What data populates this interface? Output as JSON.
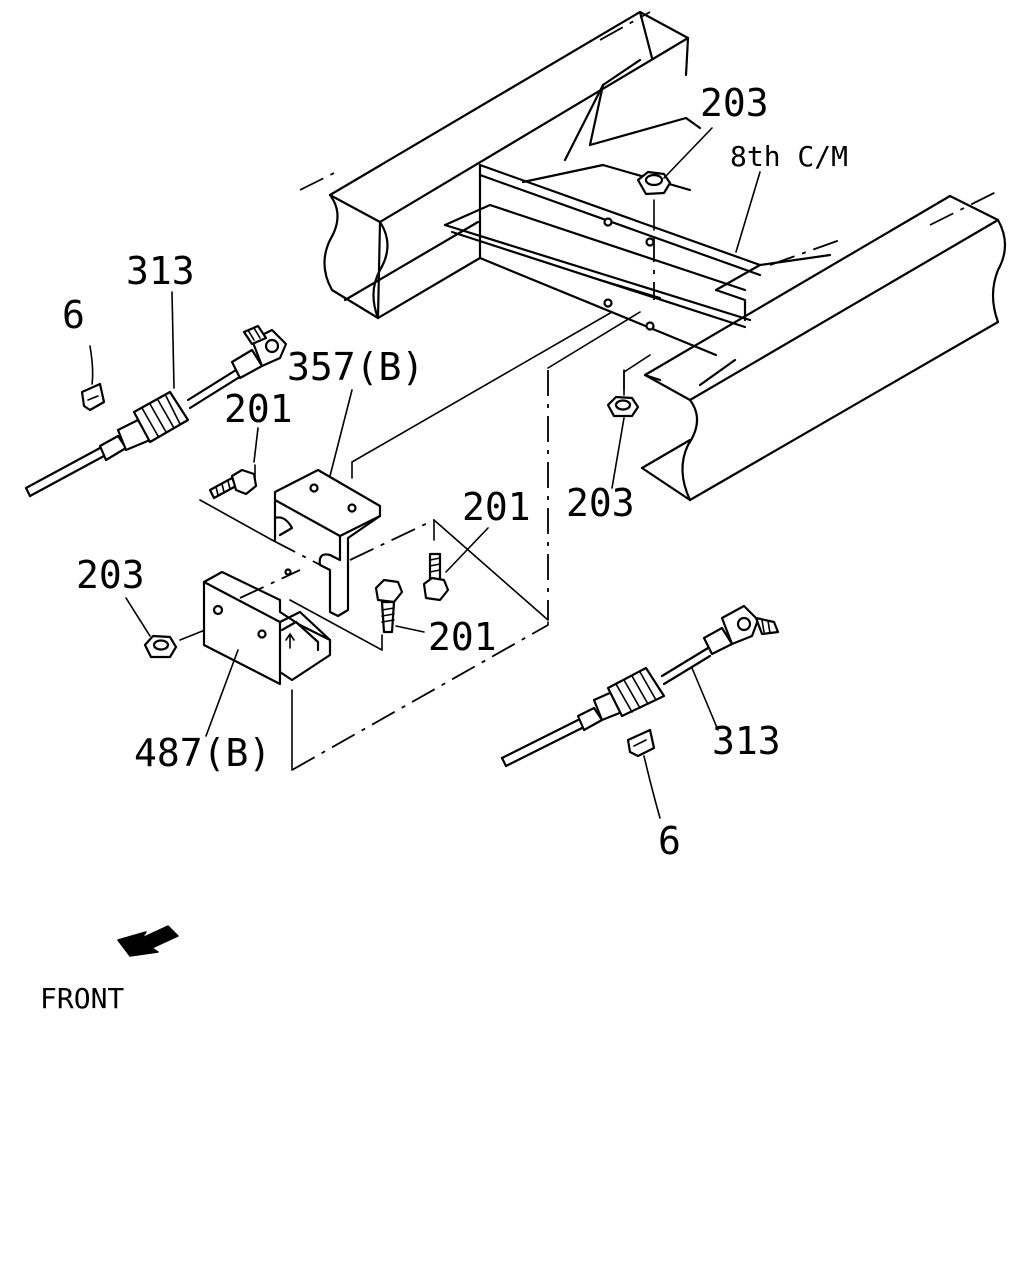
{
  "labels": {
    "nut_top": "203",
    "crossmember": "8th C/M",
    "cable_left": "313",
    "clip_left": "6",
    "bracket_upper": "357(B)",
    "bolt_upper_left": "201",
    "bolt_right_upper": "201",
    "nut_right": "203",
    "bolt_right_lower": "201",
    "nut_left": "203",
    "bracket_lower": "487(B)",
    "cable_right": "313",
    "clip_right": "6",
    "front": "FRONT"
  }
}
